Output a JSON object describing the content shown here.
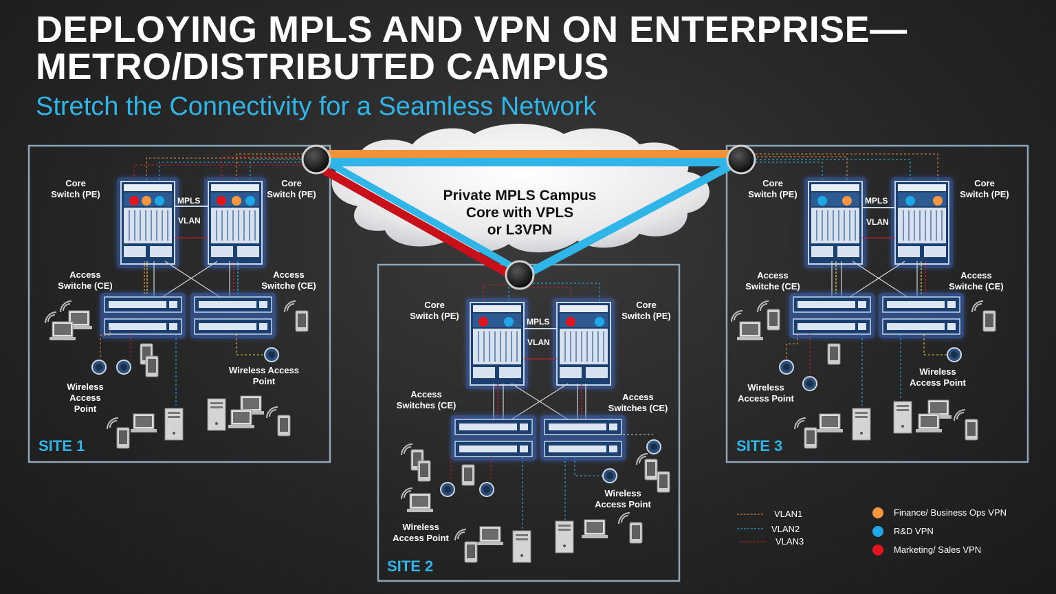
{
  "title": "DEPLOYING MPLS AND VPN ON ENTERPRISE— METRO/DISTRIBUTED CAMPUS",
  "subtitle": "Stretch the Connectivity for a Seamless Network",
  "cloud": {
    "line1": "Private MPLS Campus",
    "line2": "Core with VPLS",
    "line3": "or L3VPN"
  },
  "labels": {
    "core_line1": "Core",
    "core_line2": "Switch (PE)",
    "access_line1": "Access",
    "access_line2": "Switche (CE)",
    "access_plural_line2": "Switches (CE)",
    "mpls": "MPLS",
    "vlan": "VLAN"
  },
  "sites": {
    "site1": {
      "name": "SITE 1",
      "wap_left": [
        "Wireless",
        "Access",
        "Point"
      ],
      "wap_right": [
        "Wireless Access",
        "Point"
      ]
    },
    "site2": {
      "name": "SITE 2",
      "wap_left": [
        "Wireless",
        "Access Point"
      ],
      "wap_right": [
        "Wireless",
        "Access Point"
      ]
    },
    "site3": {
      "name": "SITE 3",
      "wap_left": [
        "Wireless",
        "Access Point"
      ],
      "wap_right": [
        "Wireless",
        "Access Point"
      ]
    }
  },
  "legend": {
    "lines": [
      {
        "label": "VLAN1",
        "color": "#f0923a"
      },
      {
        "label": "VLAN2",
        "color": "#2fb5e8"
      },
      {
        "label": "VLAN3",
        "color": "#d41f26"
      }
    ],
    "vpns": [
      {
        "label": "Finance/ Business Ops VPN",
        "color": "#f7963e"
      },
      {
        "label": "R&D VPN",
        "color": "#1ea8e8"
      },
      {
        "label": "Marketing/ Sales VPN",
        "color": "#e3141b"
      }
    ]
  },
  "colors": {
    "orange_link": "#f0923a",
    "blue_link": "#2fb5e8",
    "red_link": "#c8101a",
    "site_border": "#8fa6b8",
    "device_glow": "#3d6fd8"
  }
}
